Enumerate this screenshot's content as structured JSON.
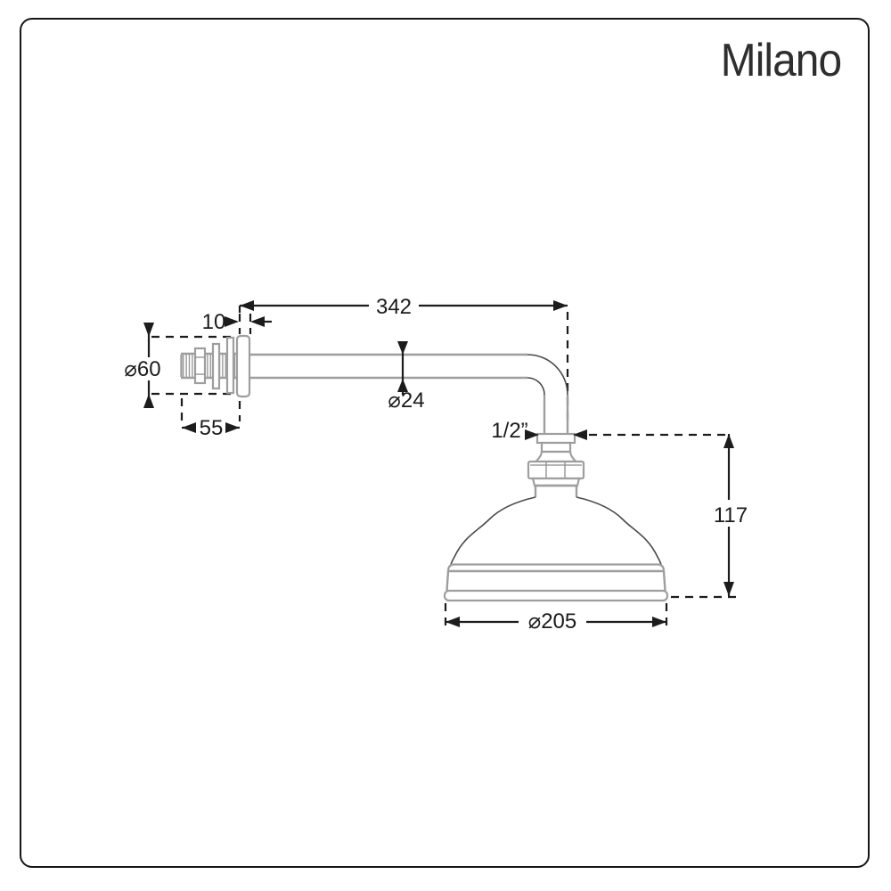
{
  "brand": {
    "name": "Milano"
  },
  "drawing": {
    "subject": "wall-mounted-traditional-shower-head-with-arm",
    "labels": {
      "arm_length": "342",
      "flange_thickness": "10",
      "flange_diameter": "⌀60",
      "wall_projection": "55",
      "arm_diameter": "⌀24",
      "connection_thread": "1/2”",
      "head_height": "117",
      "head_diameter": "⌀205"
    },
    "values": {
      "arm_length_mm": 342,
      "flange_thickness_mm": 10,
      "flange_diameter_mm": 60,
      "wall_projection_mm": 55,
      "arm_diameter_mm": 24,
      "connection_thread_inch": "1/2",
      "head_height_mm": 117,
      "head_diameter_mm": 205
    },
    "colors": {
      "dimension_lines": "#1c1c1c",
      "product_outline": "#9e9e9e",
      "product_curves": "#4a4a4a",
      "frame_border": "#161616",
      "background": "#ffffff"
    }
  }
}
